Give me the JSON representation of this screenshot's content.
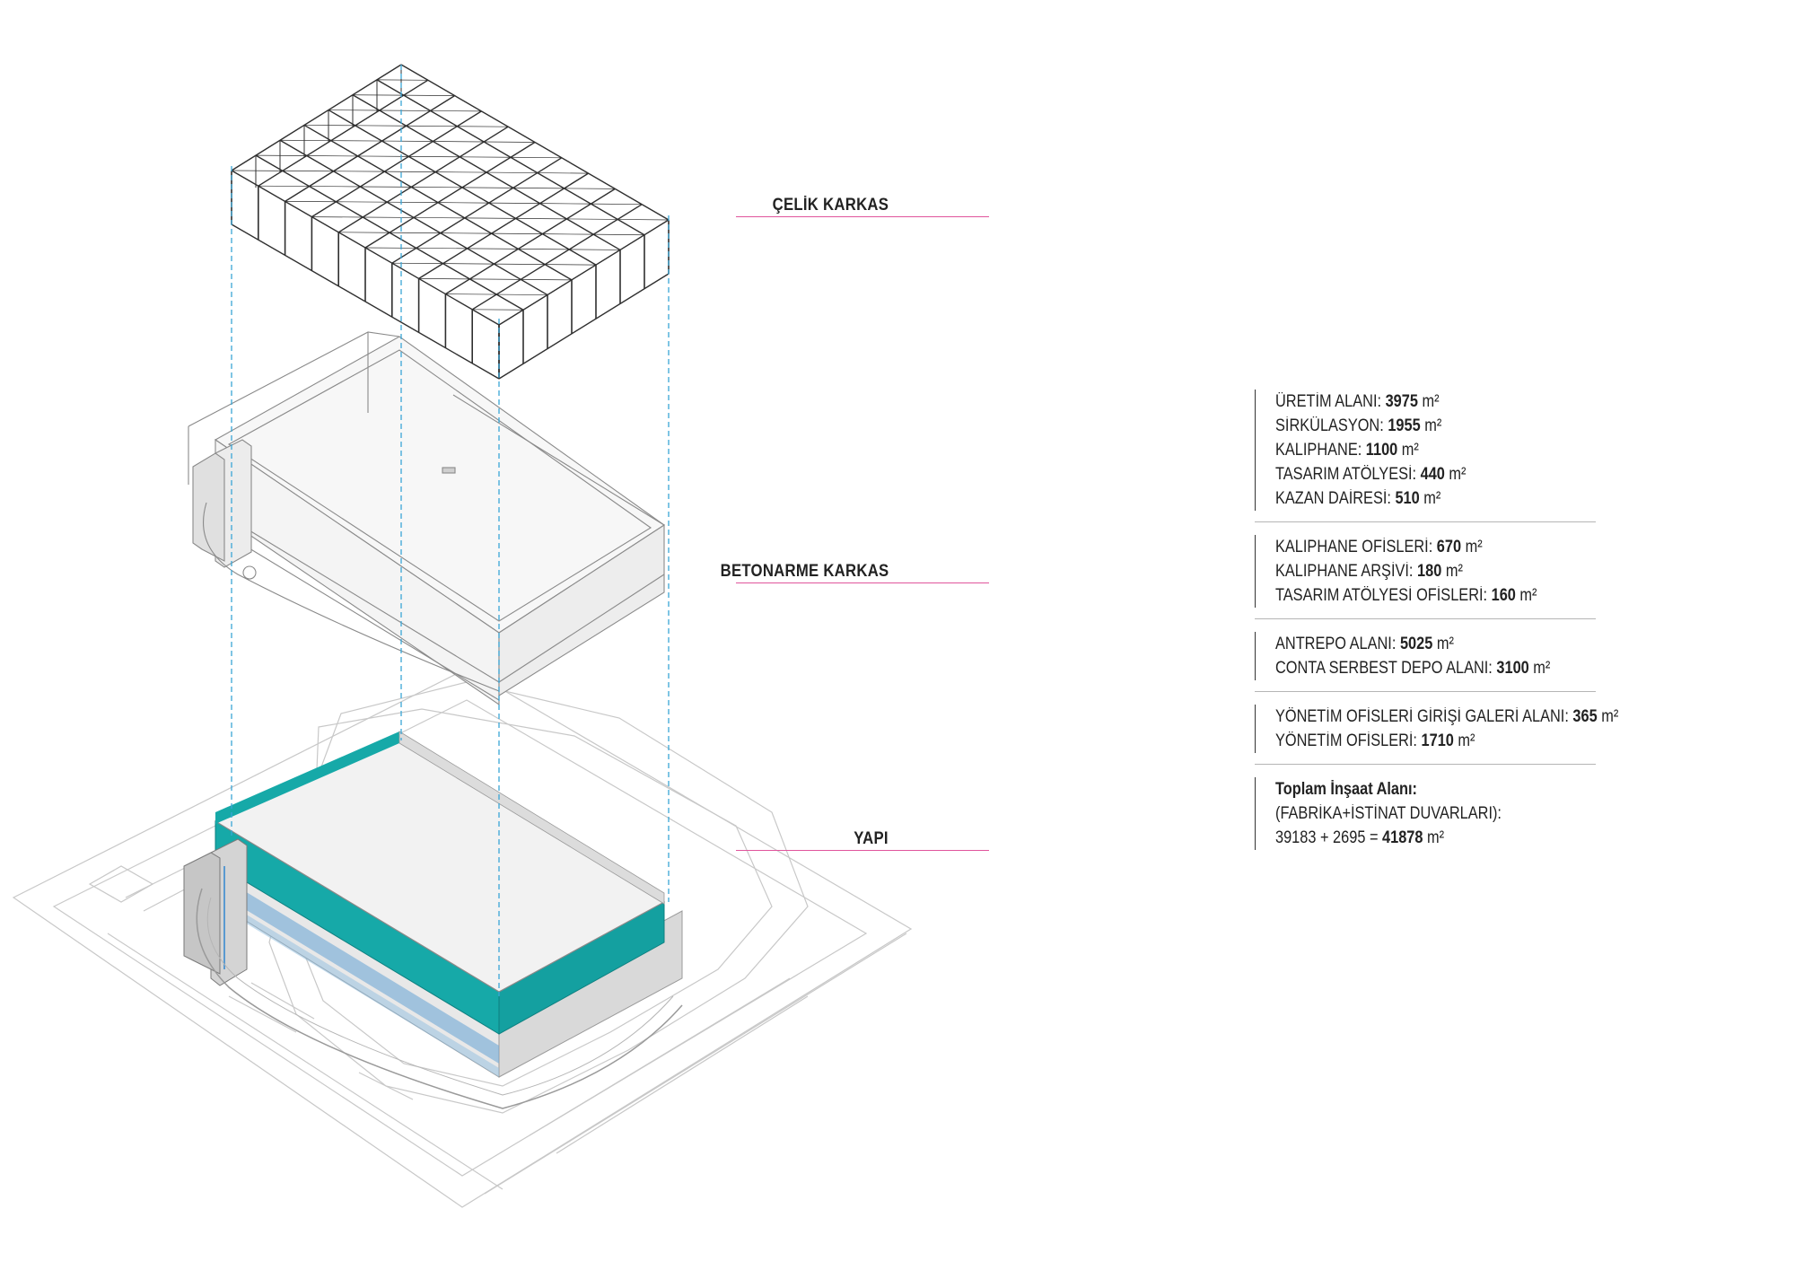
{
  "layers": {
    "steel": "ÇELİK KARKAS",
    "concrete": "BETONARME KARKAS",
    "building": "YAPI"
  },
  "stats_groups": [
    [
      {
        "label": "ÜRETİM ALANI:",
        "value": "3975",
        "unit": "m²"
      },
      {
        "label": "SİRKÜLASYON:",
        "value": "1955",
        "unit": "m²"
      },
      {
        "label": "KALIPHANE:",
        "value": "1100",
        "unit": "m²"
      },
      {
        "label": "TASARIM ATÖLYESİ:",
        "value": "440",
        "unit": "m²"
      },
      {
        "label": "KAZAN DAİRESİ:",
        "value": "510",
        "unit": "m²"
      }
    ],
    [
      {
        "label": "KALIPHANE OFİSLERİ:",
        "value": "670",
        "unit": "m²"
      },
      {
        "label": "KALIPHANE ARŞİVİ:",
        "value": "180",
        "unit": "m²"
      },
      {
        "label": "TASARIM ATÖLYESİ OFİSLERİ:",
        "value": "160",
        "unit": "m²"
      }
    ],
    [
      {
        "label": "ANTREPO ALANI:",
        "value": "5025",
        "unit": "m²"
      },
      {
        "label": "CONTA SERBEST DEPO ALANI:",
        "value": "3100",
        "unit": "m²"
      }
    ],
    [
      {
        "label": "YÖNETİM OFİSLERİ GİRİŞİ GALERİ ALANI:",
        "value": "365",
        "unit": "m²"
      },
      {
        "label": "YÖNETİM OFİSLERİ:",
        "value": "1710",
        "unit": "m²"
      }
    ]
  ],
  "total": {
    "title": "Toplam İnşaat Alanı:",
    "subtitle": "(FABRİKA+İSTİNAT DUVARLARI):",
    "expr": "39183 + 2695 =",
    "value": "41878",
    "unit": "m²"
  },
  "colors": {
    "label_line": "#e0559c",
    "teal": "#16a9a8",
    "projection": "#3aa6d6"
  }
}
